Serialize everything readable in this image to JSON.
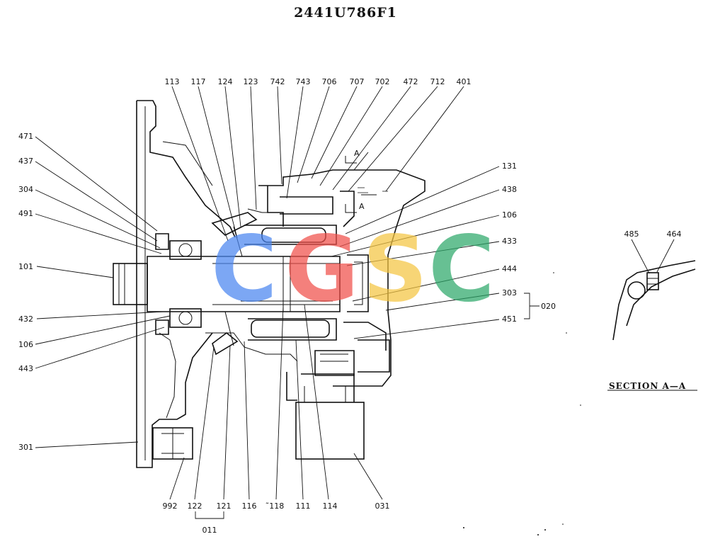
{
  "title": "2441U786F1",
  "section_label": "SECTION  A—A",
  "watermark": {
    "letters": [
      "C",
      "G",
      "S",
      "C"
    ],
    "colors": [
      "#4a86f0",
      "#f0504a",
      "#f5c542",
      "#2ea86a"
    ]
  },
  "labels": {
    "l113": "113",
    "l117": "117",
    "l124": "124",
    "l123": "123",
    "l742": "742",
    "l743": "743",
    "l706": "706",
    "l707": "707",
    "l702": "702",
    "l472": "472",
    "l712": "712",
    "l401": "401",
    "l471": "471",
    "l437": "437",
    "l304": "304",
    "l491": "491",
    "l101": "101",
    "l432": "432",
    "l106a": "106",
    "l443": "443",
    "l301": "301",
    "l131": "131",
    "l438": "438",
    "l106b": "106",
    "l433": "433",
    "l444": "444",
    "l303": "303",
    "l451": "451",
    "l020": "020",
    "l992": "992",
    "l122": "122",
    "l121": "121",
    "l116": "116",
    "l118": "˜118",
    "l111": "111",
    "l114": "114",
    "l031": "031",
    "l011": "011",
    "l485": "485",
    "l464": "464",
    "secA1": "A",
    "secA2": "A"
  }
}
